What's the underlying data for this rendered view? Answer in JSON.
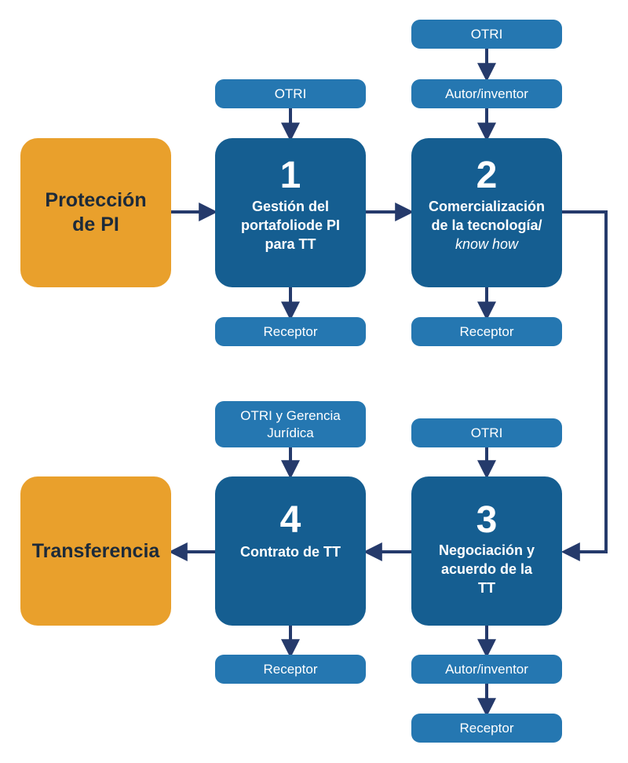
{
  "left": {
    "proteccion": {
      "line1": "Protección",
      "line2": "de PI"
    },
    "transferencia": "Transferencia"
  },
  "steps": {
    "step1": {
      "number": "1",
      "line1": "Gestión del",
      "line2": "portafoliode PI",
      "line3": "para TT",
      "above": "OTRI",
      "below": "Receptor"
    },
    "step2": {
      "number": "2",
      "line1": "Comercialización",
      "line2": "de la tecnología/",
      "line3": "know how",
      "above_top": "OTRI",
      "above": "Autor/inventor",
      "below": "Receptor"
    },
    "step3": {
      "number": "3",
      "line1": "Negociación y",
      "line2": "acuerdo de la",
      "line3": "TT",
      "above": "OTRI",
      "below": "Autor/inventor",
      "below2": "Receptor"
    },
    "step4": {
      "number": "4",
      "line1": "Contrato de TT",
      "above_line1": "OTRI y Gerencia",
      "above_line2": "Jurídica",
      "below": "Receptor"
    }
  },
  "colors": {
    "orange": "#e9a02c",
    "dark_blue": "#155e91",
    "light_blue": "#2577b1",
    "arrow": "#253a6b"
  }
}
